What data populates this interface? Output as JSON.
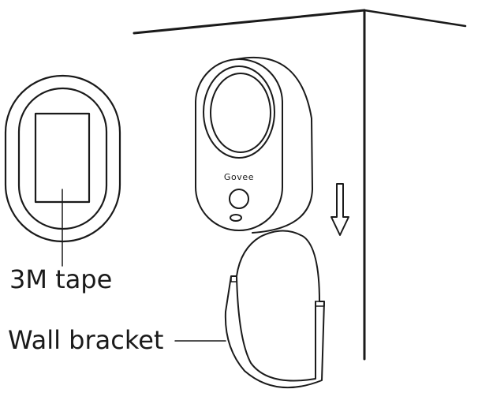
{
  "labels": {
    "tape": "3M tape",
    "bracket": "Wall bracket",
    "brand": "Govee"
  },
  "icons": {
    "arrow": "arrow-down-icon"
  },
  "colors": {
    "line": "#1a1a1a",
    "background": "#ffffff"
  }
}
